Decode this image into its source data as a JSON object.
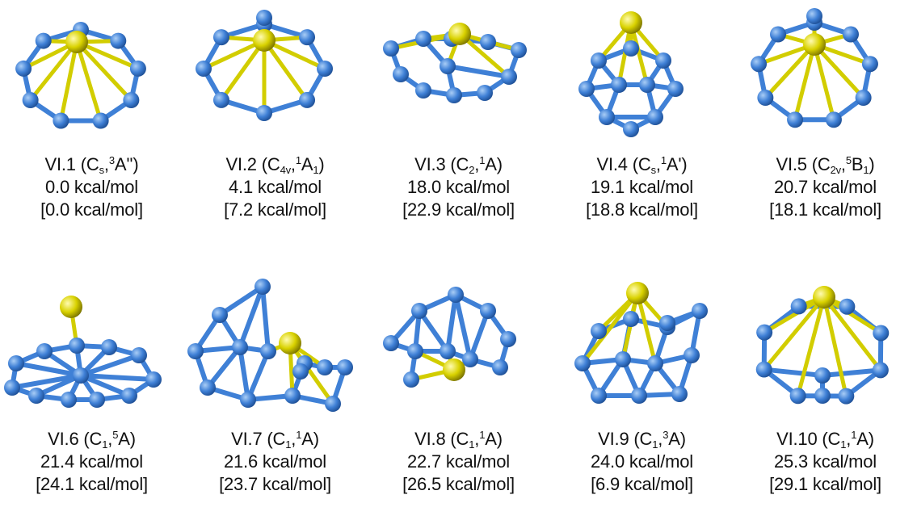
{
  "colors": {
    "boron": "#3f80d6",
    "metal": "#d9d200",
    "bond_metal": "#d2cd00"
  },
  "structures": [
    {
      "id": "VI.1",
      "label": "VI.1",
      "symmetry": "C",
      "symmetry_sub": "s",
      "state_sup": "3",
      "state": "A''",
      "state_sub": "",
      "energy": "0.0 kcal/mol",
      "energy_alt": "[0.0 kcal/mol]"
    },
    {
      "id": "VI.2",
      "label": "VI.2",
      "symmetry": "C",
      "symmetry_sub": "4v",
      "state_sup": "1",
      "state": "A",
      "state_sub": "1",
      "energy": "4.1 kcal/mol",
      "energy_alt": "[7.2 kcal/mol]"
    },
    {
      "id": "VI.3",
      "label": "VI.3",
      "symmetry": "C",
      "symmetry_sub": "2",
      "state_sup": "1",
      "state": "A",
      "state_sub": "",
      "energy": "18.0 kcal/mol",
      "energy_alt": "[22.9 kcal/mol]"
    },
    {
      "id": "VI.4",
      "label": "VI.4",
      "symmetry": "C",
      "symmetry_sub": "s",
      "state_sup": "1",
      "state": "A'",
      "state_sub": "",
      "energy": "19.1 kcal/mol",
      "energy_alt": "[18.8 kcal/mol]"
    },
    {
      "id": "VI.5",
      "label": "VI.5",
      "symmetry": "C",
      "symmetry_sub": "2v",
      "state_sup": "5",
      "state": "B",
      "state_sub": "1",
      "energy": "20.7 kcal/mol",
      "energy_alt": "[18.1 kcal/mol]"
    },
    {
      "id": "VI.6",
      "label": "VI.6",
      "symmetry": "C",
      "symmetry_sub": "1",
      "state_sup": "5",
      "state": "A",
      "state_sub": "",
      "energy": "21.4 kcal/mol",
      "energy_alt": "[24.1 kcal/mol]"
    },
    {
      "id": "VI.7",
      "label": "VI.7",
      "symmetry": "C",
      "symmetry_sub": "1",
      "state_sup": "1",
      "state": "A",
      "state_sub": "",
      "energy": "21.6 kcal/mol",
      "energy_alt": "[23.7 kcal/mol]"
    },
    {
      "id": "VI.8",
      "label": "VI.8",
      "symmetry": "C",
      "symmetry_sub": "1",
      "state_sup": "1",
      "state": "A",
      "state_sub": "",
      "energy": "22.7 kcal/mol",
      "energy_alt": "[26.5 kcal/mol]"
    },
    {
      "id": "VI.9",
      "label": "VI.9",
      "symmetry": "C",
      "symmetry_sub": "1",
      "state_sup": "3",
      "state": "A",
      "state_sub": "",
      "energy": "24.0 kcal/mol",
      "energy_alt": "[6.9 kcal/mol]"
    },
    {
      "id": "VI.10",
      "label": "VI.10",
      "symmetry": "C",
      "symmetry_sub": "1",
      "state_sup": "1",
      "state": "A",
      "state_sub": "",
      "energy": "25.3 kcal/mol",
      "energy_alt": "[29.1 kcal/mol]"
    }
  ]
}
